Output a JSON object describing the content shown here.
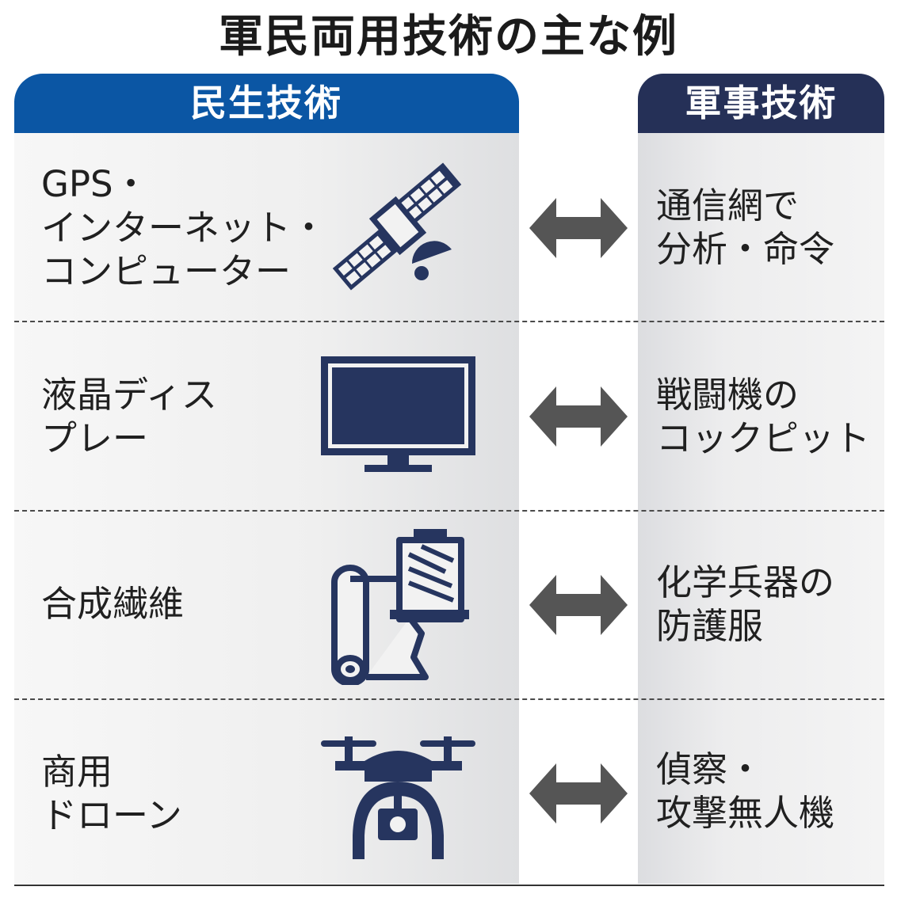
{
  "title": "軍民両用技術の主な例",
  "headers": {
    "civilian": "民生技術",
    "military": "軍事技術"
  },
  "colors": {
    "civilian_header": "#0b56a4",
    "military_header": "#253057",
    "icon": "#26355f",
    "arrow": "#555555"
  },
  "rows": [
    {
      "civilian": "GPS・\nインターネット・\nコンピューター",
      "icon": "satellite-icon",
      "military": "通信網で\n分析・命令"
    },
    {
      "civilian": "液晶ディス\nプレー",
      "icon": "monitor-icon",
      "military": "戦闘機の\nコックピット"
    },
    {
      "civilian": "合成繊維",
      "icon": "fiber-spool-icon",
      "military": "化学兵器の\n防護服"
    },
    {
      "civilian": "商用\nドローン",
      "icon": "drone-icon",
      "military": "偵察・\n攻撃無人機"
    }
  ]
}
